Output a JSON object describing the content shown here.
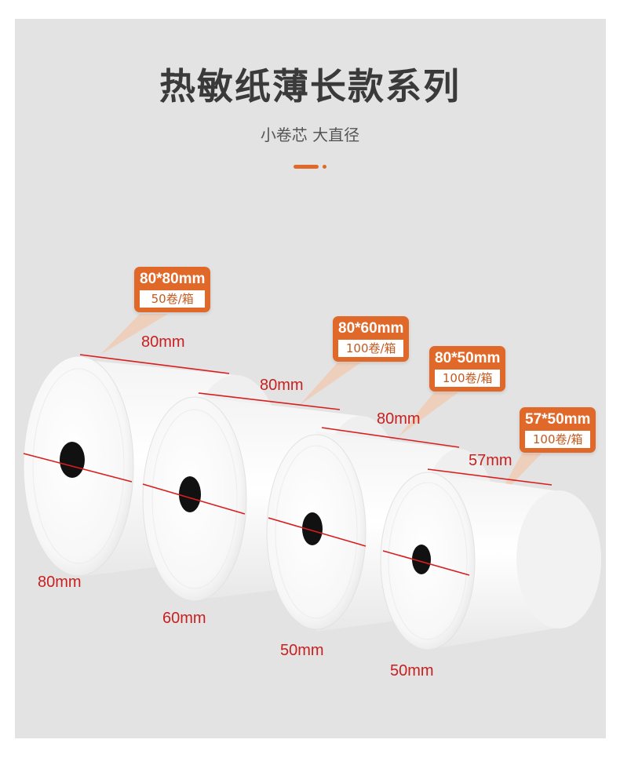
{
  "page": {
    "title": "热敏纸薄长款系列",
    "subtitle": "小卷芯 大直径"
  },
  "colors": {
    "accent": "#e0692a",
    "dimension_line": "#d81e1e",
    "panel_background": "#e3e3e3",
    "title_text": "#3a3a3a"
  },
  "products": [
    {
      "size": "80*80mm",
      "quantity": "50卷/箱",
      "length_label": "80mm",
      "width_label": "80mm",
      "diameter_label": "80mm"
    },
    {
      "size": "80*60mm",
      "quantity": "100卷/箱",
      "length_label": "80mm",
      "width_label": "80mm",
      "diameter_label": "60mm"
    },
    {
      "size": "80*50mm",
      "quantity": "100卷/箱",
      "length_label": "80mm",
      "width_label": "80mm",
      "diameter_label": "50mm"
    },
    {
      "size": "57*50mm",
      "quantity": "100卷/箱",
      "length_label": "57mm",
      "width_label": "57mm",
      "diameter_label": "50mm"
    }
  ]
}
